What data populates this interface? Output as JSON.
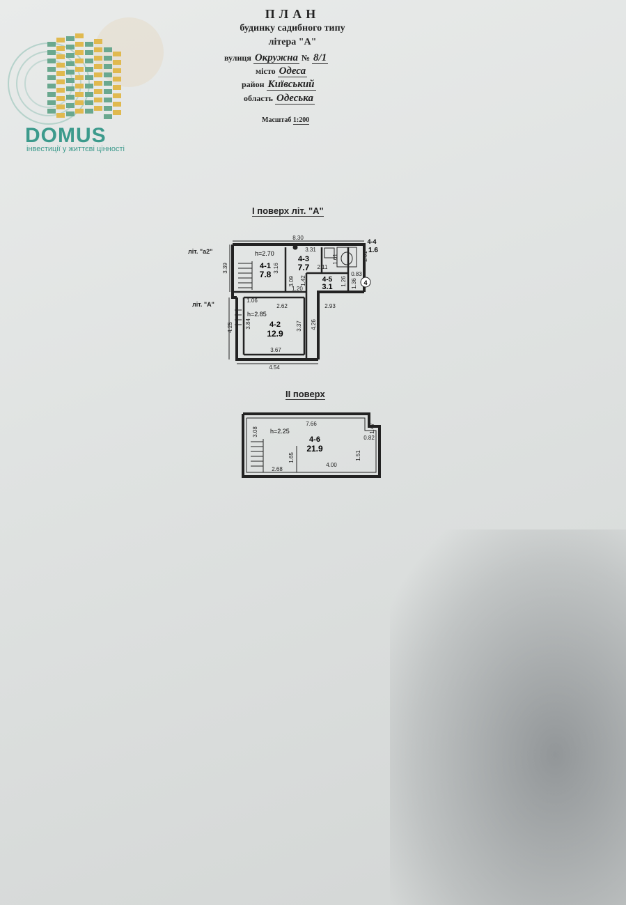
{
  "logo": {
    "name": "DOMUS",
    "tagline": "інвестиції у життєві цінності"
  },
  "header": {
    "title": "ПЛАН",
    "subtitle": "будинку садибного типу",
    "litera": "літера \"А\"",
    "street_label": "вулиця",
    "street": "Окружна",
    "number_label": "№",
    "number": "8/1",
    "city_label": "місто",
    "city": "Одеса",
    "district_label": "район",
    "district": "Київський",
    "region_label": "область",
    "region": "Одеська",
    "scale_label": "Масштаб",
    "scale": "1:200"
  },
  "floor1": {
    "heading": "І поверх літ. \"А\"",
    "label_a2": "літ. \"а2\"",
    "label_a": "літ. \"А\"",
    "rooms": [
      {
        "id": "4-1",
        "area": "7.8",
        "height": "h=2.70"
      },
      {
        "id": "4-2",
        "area": "12.9",
        "height": "h=2.85"
      },
      {
        "id": "4-3",
        "area": "7.7"
      },
      {
        "id": "4-4",
        "area": "1.6"
      },
      {
        "id": "4-5",
        "area": "3.1"
      }
    ],
    "dims": [
      "8.30",
      "3.31",
      "3.39",
      "3.16",
      "3.09",
      "2.11",
      "1.61",
      "2.01",
      "0.83",
      "1.26",
      "1.36",
      "1.42",
      "1.20",
      "1.06",
      "2.62",
      "2.93",
      "4.25",
      "3.84",
      "3.37",
      "4.26",
      "3.67",
      "4.54"
    ],
    "marker": "4"
  },
  "floor2": {
    "heading": "ІІ поверх",
    "room": {
      "id": "4-6",
      "area": "21.9",
      "height": "h=2.25"
    },
    "dims": [
      "7.66",
      "3.08",
      "1.47",
      "0.82",
      "1.65",
      "1.51",
      "2.68",
      "4.00"
    ]
  }
}
